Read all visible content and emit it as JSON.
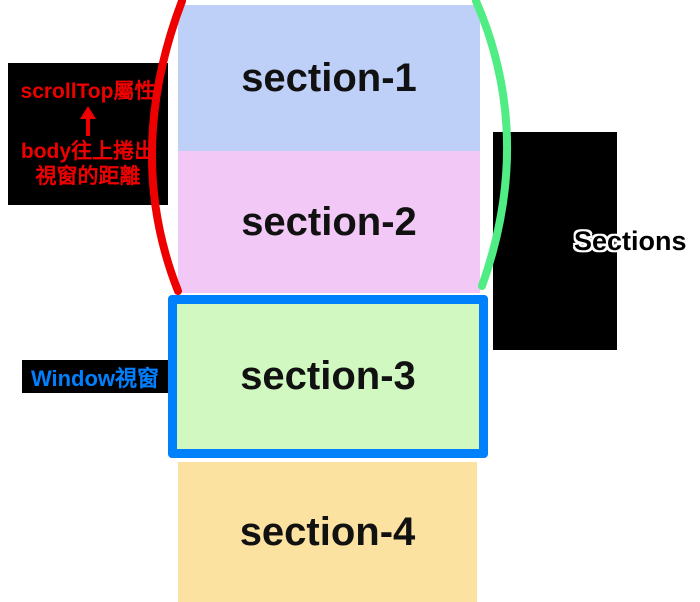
{
  "sections": [
    {
      "label": "section-1",
      "color": "#bed0f8"
    },
    {
      "label": "section-2",
      "color": "#f2c9f6"
    },
    {
      "label": "section-3",
      "color": "#d0f8c0"
    },
    {
      "label": "section-4",
      "color": "#fbe2a0"
    }
  ],
  "annotations": {
    "scrolltop": {
      "title": "scrollTop屬性",
      "desc_line1": "body往上捲出",
      "desc_line2": "視窗的距離",
      "text_color": "#ee0000"
    },
    "window_viewport": {
      "text": "Window視窗",
      "text_color": "#0080ff"
    },
    "sections_extent": {
      "text": "Sections"
    }
  },
  "colors": {
    "viewport_border_blue": "#0080fa",
    "left_brace_red": "#ee0000",
    "right_brace_green": "#50ed85",
    "annotation_box_black": "#000000"
  }
}
